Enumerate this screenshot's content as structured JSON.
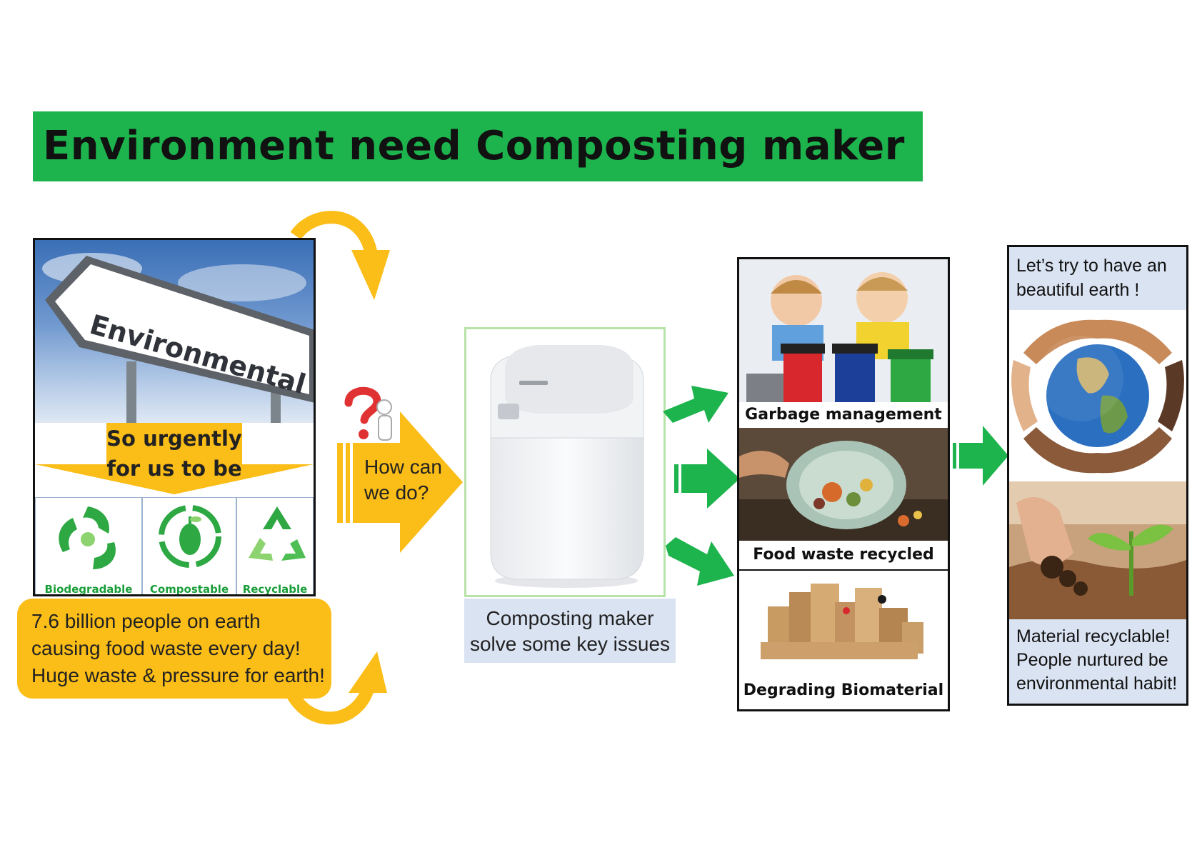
{
  "title": "Environment need Composting maker",
  "issues_panel": {
    "sign_text": "Environmental Issues",
    "urgent_line1": "So urgently",
    "urgent_line2": "for us to be",
    "badges": [
      "Biodegradable",
      "Compostable",
      "Recyclable"
    ]
  },
  "fact_box": {
    "line1": "7.6 billion people on earth",
    "line2": "causing food waste every day!",
    "line3": "Huge waste & pressure for earth!"
  },
  "question": {
    "line1": "How can",
    "line2": "we do?"
  },
  "composter": {
    "caption_line1": "Composting maker",
    "caption_line2": "solve some key issues"
  },
  "solutions": [
    "Garbage management",
    "Food waste recycled",
    "Degrading Biomaterial"
  ],
  "earth_panel": {
    "head_line1": "Let’s try to have an",
    "head_line2": "beautiful earth !",
    "foot_line1": "Material recyclable!",
    "foot_line2": "People nurtured be",
    "foot_line3": "environmental habit!"
  },
  "colors": {
    "title_green": "#1db34d",
    "arrow_green": "#1db34d",
    "arrow_orange": "#fbbd17",
    "caption_blue": "#dae3f2"
  }
}
